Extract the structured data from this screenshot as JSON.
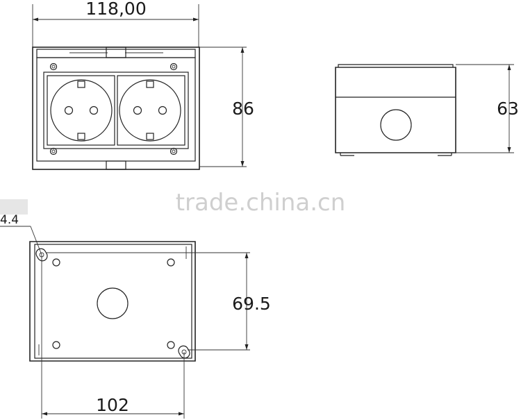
{
  "dimensions": {
    "width_top": "118,00",
    "height_front": "86",
    "height_side": "63",
    "hole_diameter": "4.4",
    "hole_spacing_vertical": "69.5",
    "hole_spacing_horizontal": "102"
  },
  "watermark": "trade.china.cn",
  "views": {
    "front": "double-socket-front-view",
    "side": "side-view",
    "back": "back-mounting-view"
  }
}
